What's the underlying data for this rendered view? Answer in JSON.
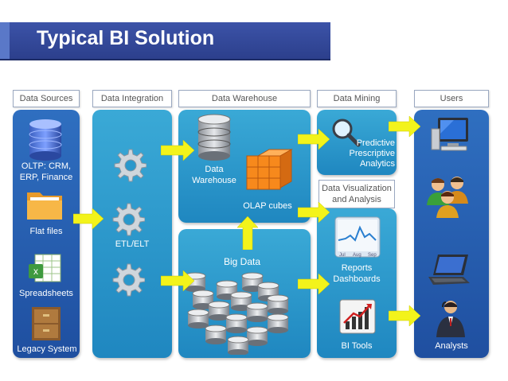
{
  "title": "Typical BI Solution",
  "columns": {
    "data_sources": "Data Sources",
    "data_integration": "Data Integration",
    "data_warehouse": "Data Warehouse",
    "data_mining": "Data Mining",
    "users": "Users"
  },
  "sources": {
    "oltp": "OLTP: CRM, ERP, Finance",
    "flat_files": "Flat files",
    "spreadsheets": "Spreadsheets",
    "legacy": "Legacy System"
  },
  "integration": {
    "etl": "ETL/ELT"
  },
  "warehouse": {
    "dw_label": "Data Warehouse",
    "olap": "OLAP cubes",
    "big_data": "Big Data"
  },
  "mining": {
    "predictive": "Predictive Prescriptive Analytics"
  },
  "visualization": {
    "header": "Data Visualization and Analysis",
    "reports": "Reports Dashboards",
    "bi_tools": "BI Tools",
    "chart_ticks": [
      "Jul",
      "Aug",
      "Sep"
    ]
  },
  "users": {
    "analysts": "Analysts"
  },
  "colors": {
    "title_bar": "#2c3f8c",
    "panel_light": "#2a98cb",
    "panel_dark": "#1f4fa0",
    "arrow": "#f3f31b"
  }
}
